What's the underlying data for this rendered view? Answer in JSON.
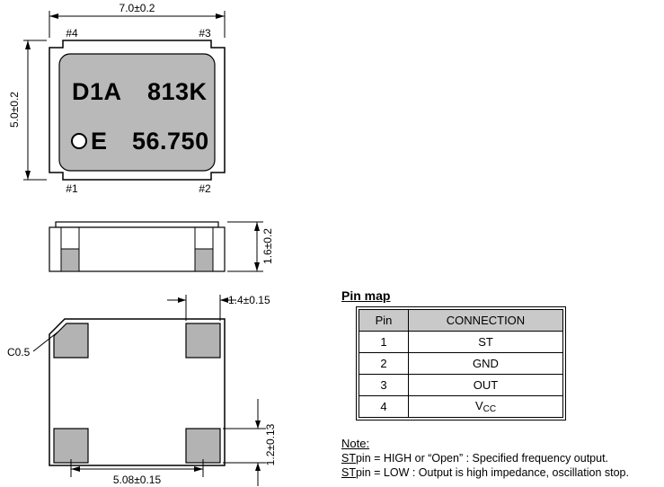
{
  "colors": {
    "body_gray": "#b9b9b9",
    "pad_gray": "#b3b3b3",
    "table_header_gray": "#c9c9c9"
  },
  "top_view": {
    "dim_width": "7.0±0.2",
    "dim_height": "5.0±0.2",
    "pins": {
      "p1": "#1",
      "p2": "#2",
      "p3": "#3",
      "p4": "#4"
    },
    "marking": {
      "line1_left": "D1A",
      "line1_right": "813K",
      "line2_letter": "E",
      "line2_freq": "56.750"
    }
  },
  "side_view": {
    "dim_height": "1.6±0.2"
  },
  "bottom_view": {
    "dim_pad_width": "1.4±0.15",
    "dim_chamfer": "C0.5",
    "dim_pitch": "5.08±0.15",
    "dim_pad_height": "1.2±0.13"
  },
  "pin_map": {
    "title": "Pin map",
    "headers": [
      "Pin",
      "CONNECTION"
    ],
    "rows": [
      {
        "pin": "1",
        "connection": "ST",
        "sub": ""
      },
      {
        "pin": "2",
        "connection": "GND",
        "sub": ""
      },
      {
        "pin": "3",
        "connection": "OUT",
        "sub": ""
      },
      {
        "pin": "4",
        "connection": "V",
        "sub": "CC"
      }
    ]
  },
  "note": {
    "title": "Note:",
    "lines": [
      {
        "signal": "ST",
        "text": "pin = HIGH or “Open” : Specified frequency output."
      },
      {
        "signal": "ST",
        "text": "pin = LOW : Output is high impedance, oscillation stop."
      }
    ]
  }
}
